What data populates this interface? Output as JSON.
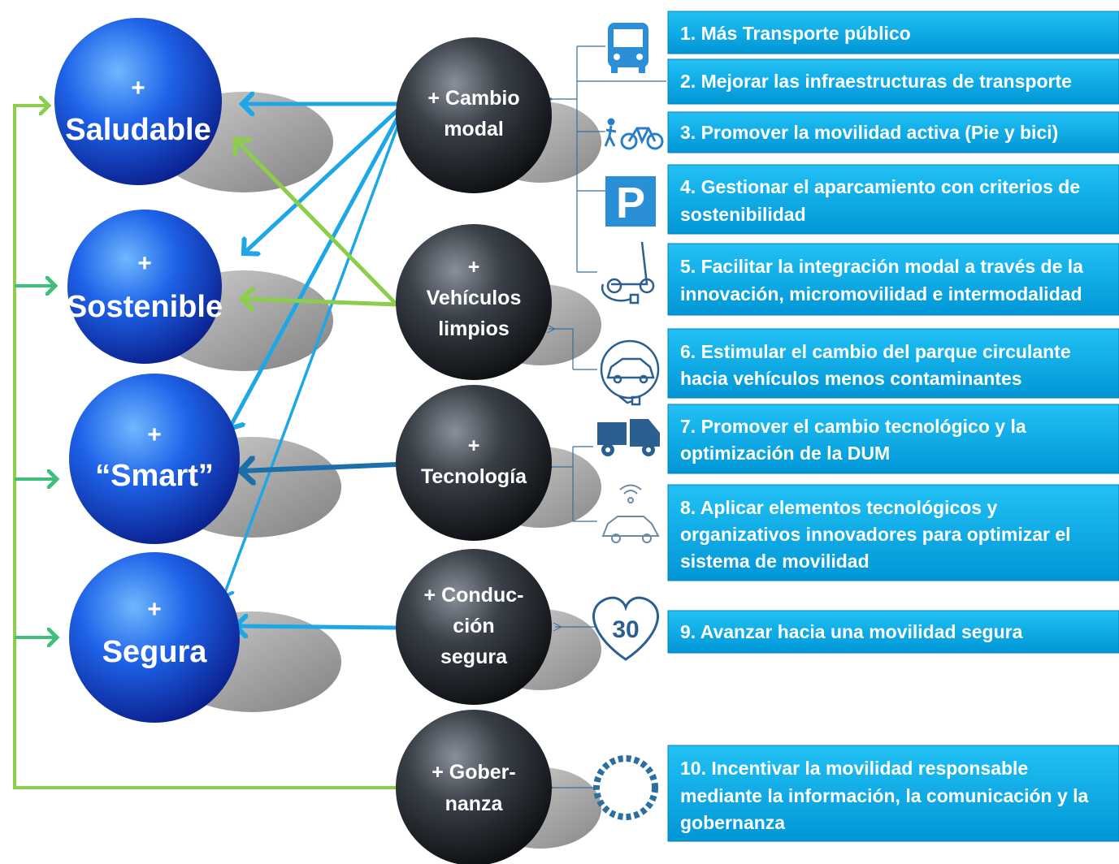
{
  "goals": [
    {
      "plus": "+",
      "label": "Saludable"
    },
    {
      "plus": "+",
      "label": "Sostenible"
    },
    {
      "plus": "+",
      "label": "“Smart”"
    },
    {
      "plus": "+",
      "label": "Segura"
    }
  ],
  "axes": [
    {
      "lines": [
        "+ Cambio",
        "modal"
      ]
    },
    {
      "lines": [
        "+",
        "Vehículos",
        "limpios"
      ]
    },
    {
      "lines": [
        "+",
        "Tecnología"
      ]
    },
    {
      "lines": [
        "+ Conduc-",
        "ción",
        "segura"
      ]
    },
    {
      "lines": [
        "+ Gober-",
        "nanza"
      ]
    }
  ],
  "measures": [
    {
      "icon": "bus-icon",
      "lines": [
        "1. Más Transporte público"
      ]
    },
    {
      "icon": "road-infrastructure-icon",
      "lines": [
        "2. Mejorar las infraestructuras de transporte"
      ]
    },
    {
      "icon": "pedestrian-bicycle-icon",
      "lines": [
        "3. Promover la movilidad activa (Pie y bici)"
      ]
    },
    {
      "icon": "parking-icon",
      "lines": [
        "4. Gestionar el aparcamiento con criterios de",
        "sostenibilidad"
      ]
    },
    {
      "icon": "electric-scooter-icon",
      "lines": [
        "5. Facilitar la integración modal a través de la",
        "innovación, micromovilidad e intermodalidad"
      ]
    },
    {
      "icon": "electric-car-icon",
      "lines": [
        "6. Estimular el cambio del parque circulante",
        "hacia vehículos menos contaminantes"
      ]
    },
    {
      "icon": "delivery-truck-icon",
      "lines": [
        "7. Promover el cambio tecnológico y la",
        "optimización de la DUM"
      ]
    },
    {
      "icon": "connected-car-icon",
      "lines": [
        "8. Aplicar elementos tecnológicos y",
        "organizativos innovadores para optimizar el",
        "sistema de movilidad"
      ]
    },
    {
      "icon": "speed-30-heart-icon",
      "lines": [
        "9. Avanzar hacia una movilidad segura"
      ]
    },
    {
      "icon": "community-circle-icon",
      "lines": [
        "10. Incentivar la movilidad responsable",
        "mediante la información, la comunicación y la",
        "gobernanza"
      ]
    }
  ],
  "colors": {
    "goal_sphere": "#1a4fd8",
    "axis_sphere": "#2a2f36",
    "measure_box": "#00aeef",
    "arrow_blue": "#1ea7e6",
    "arrow_dark_blue": "#1c6fa8",
    "arrow_green": "#8ccd4b",
    "feedback_green": "#3fc07a"
  }
}
